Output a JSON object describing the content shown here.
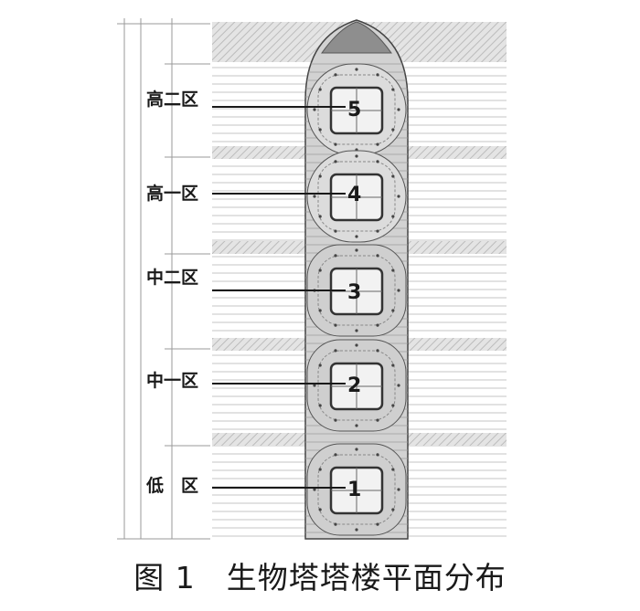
{
  "figure": {
    "caption_label": "图 1",
    "caption_title": "生物塔塔楼平面分布"
  },
  "zones": [
    {
      "label": "高二区",
      "number": "5"
    },
    {
      "label": "高一区",
      "number": "4"
    },
    {
      "label": "中二区",
      "number": "3"
    },
    {
      "label": "中一区",
      "number": "2"
    },
    {
      "label": "低　区",
      "number": "1"
    }
  ],
  "colors": {
    "band_hatch": "#d9d9d9",
    "tower_fill": "#c8c8c8",
    "floor_line": "#bdbdbd",
    "ink": "#1a1a1a"
  }
}
